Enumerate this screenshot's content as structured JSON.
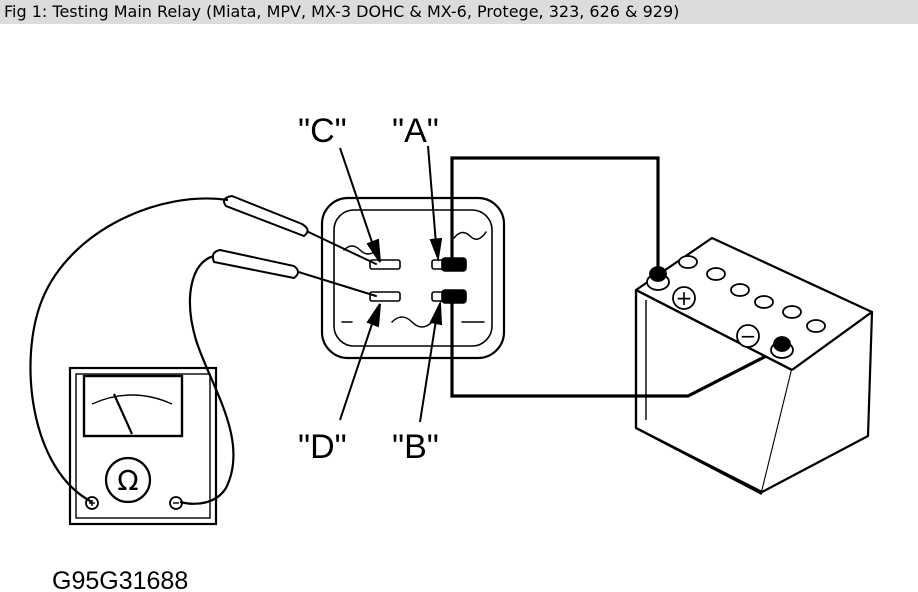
{
  "caption": "Fig 1: Testing Main Relay (Miata, MPV, MX-3 DOHC & MX-6, Protege, 323, 626 & 929)",
  "labels": {
    "c": "\"C\"",
    "a": "\"A\"",
    "d": "\"D\"",
    "b": "\"B\""
  },
  "ohmmeter": {
    "symbol": "Ω"
  },
  "battery": {
    "positive_symbol": "+",
    "negative_symbol": "−"
  },
  "figure_code": "G95G31688",
  "colors": {
    "caption_background": "#dcdcdc",
    "line_art": "#000000"
  }
}
